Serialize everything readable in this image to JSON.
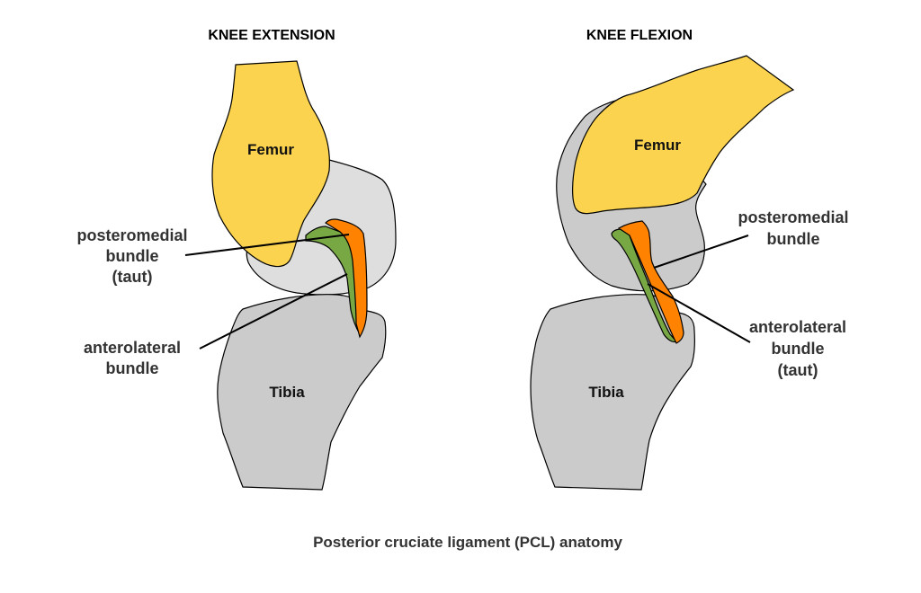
{
  "colors": {
    "femur": "#FCD34E",
    "bone_light": "#DEDEDE",
    "bone_gray": "#CBCBCB",
    "posteromedial": "#FF8300",
    "anterolateral": "#78A844",
    "text": "#333333"
  },
  "panels": [
    {
      "title": "KNEE EXTENSION",
      "femur_label": "Femur",
      "tibia_label": "Tibia",
      "posteromedial_label": [
        "posteromedial",
        "bundle",
        "(taut)"
      ],
      "anterolateral_label": [
        "anterolateral",
        "bundle"
      ]
    },
    {
      "title": "KNEE FLEXION",
      "femur_label": "Femur",
      "tibia_label": "Tibia",
      "posteromedial_label": [
        "posteromedial",
        "bundle"
      ],
      "anterolateral_label": [
        "anterolateral",
        "bundle",
        "(taut)"
      ]
    }
  ],
  "caption": "Posterior cruciate ligament (PCL) anatomy"
}
